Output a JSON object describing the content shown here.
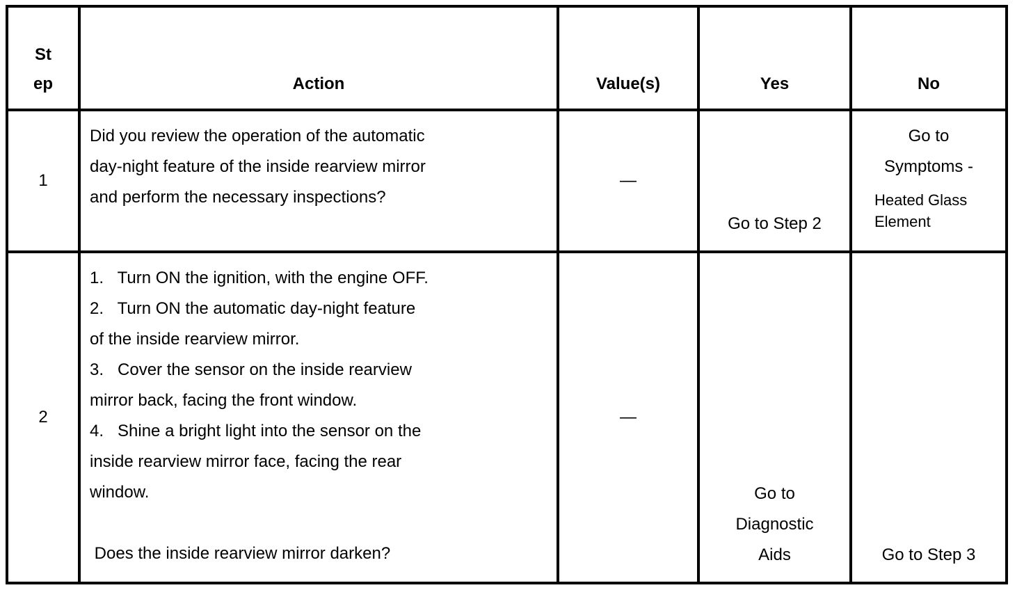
{
  "table": {
    "headers": [
      "St\nep",
      "Action",
      "Value(s)",
      "Yes",
      "No"
    ],
    "rows": [
      {
        "step": "1",
        "action": "Did you review the operation of the automatic\nday-night feature of the inside rearview mirror\nand perform the necessary inspections?",
        "value": "—",
        "yes": "Go to Step 2",
        "no_primary": "Go to\nSymptoms -",
        "no_secondary": "Heated Glass Element"
      },
      {
        "step": "2",
        "action": "1.   Turn ON the ignition, with the engine OFF.\n2.   Turn ON the automatic day-night feature\nof the inside rearview mirror.\n3.   Cover the sensor on the inside rearview\nmirror back, facing the front window.\n4.   Shine a bright light into the sensor on the\ninside rearview mirror face, facing the rear\nwindow.\n\n Does the inside rearview mirror darken?",
        "value": "—",
        "yes": "Go to\nDiagnostic\nAids",
        "no": "Go to Step 3"
      }
    ]
  }
}
